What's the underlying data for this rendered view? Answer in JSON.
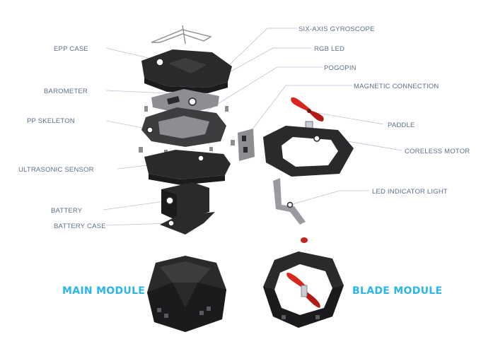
{
  "labels_left": [
    "EPP CASE",
    "BAROMETER",
    "PP SKELETON",
    "ULTRASONIC SENSOR",
    "BATTERY",
    "BATTERY CASE"
  ],
  "labels_right": [
    "SIX-AXIS GYROSCOPE",
    "RGB LED",
    "POGOPIN",
    "MAGNETIC CONNECTION",
    "PADDLE",
    "CORELESS MOTOR",
    "LED INDICATOR LIGHT"
  ],
  "modules": {
    "main": "MAIN MODULE",
    "blade": "BLADE MODULE"
  },
  "colors": {
    "module_title": "#29b6e8",
    "label_text": "#5f6f88",
    "leader_line": "#b9c3d3",
    "body_dark": "#2a2a2c",
    "paddle_red": "#d8271c"
  }
}
